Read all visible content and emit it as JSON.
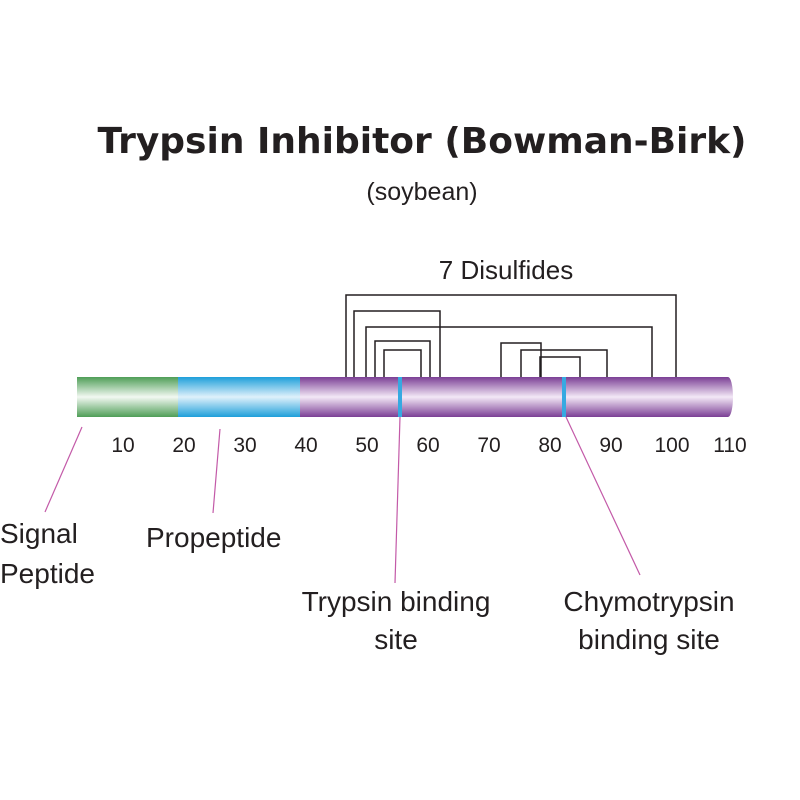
{
  "title": "Trypsin Inhibitor (Bowman-Birk)",
  "subtitle": "(soybean)",
  "disulfide_label": "7 Disulfides",
  "scale": {
    "ticks": [
      "10",
      "20",
      "30",
      "40",
      "50",
      "60",
      "70",
      "80",
      "90",
      "100",
      "110"
    ]
  },
  "segments": [
    {
      "name": "signal-peptide",
      "start": 0,
      "end": 17,
      "color": "#5aa55a"
    },
    {
      "name": "propeptide",
      "start": 17,
      "end": 37,
      "color": "#36a9e1"
    },
    {
      "name": "mature-chain",
      "start": 37,
      "end": 110,
      "color": "#8a4a9e"
    }
  ],
  "binding_sites": [
    {
      "name": "trypsin",
      "position": 54,
      "color": "#36a9e1"
    },
    {
      "name": "chymotrypsin",
      "position": 81,
      "color": "#36a9e1"
    }
  ],
  "labels": {
    "signal_line1": "Signal",
    "signal_line2": "Peptide",
    "propeptide": "Propeptide",
    "trypsin_line1": "Trypsin binding",
    "trypsin_line2": "site",
    "chymo_line1": "Chymotrypsin",
    "chymo_line2": "binding site"
  },
  "colors": {
    "callout_line": "#c35aa8",
    "bracket": "#231f20"
  }
}
